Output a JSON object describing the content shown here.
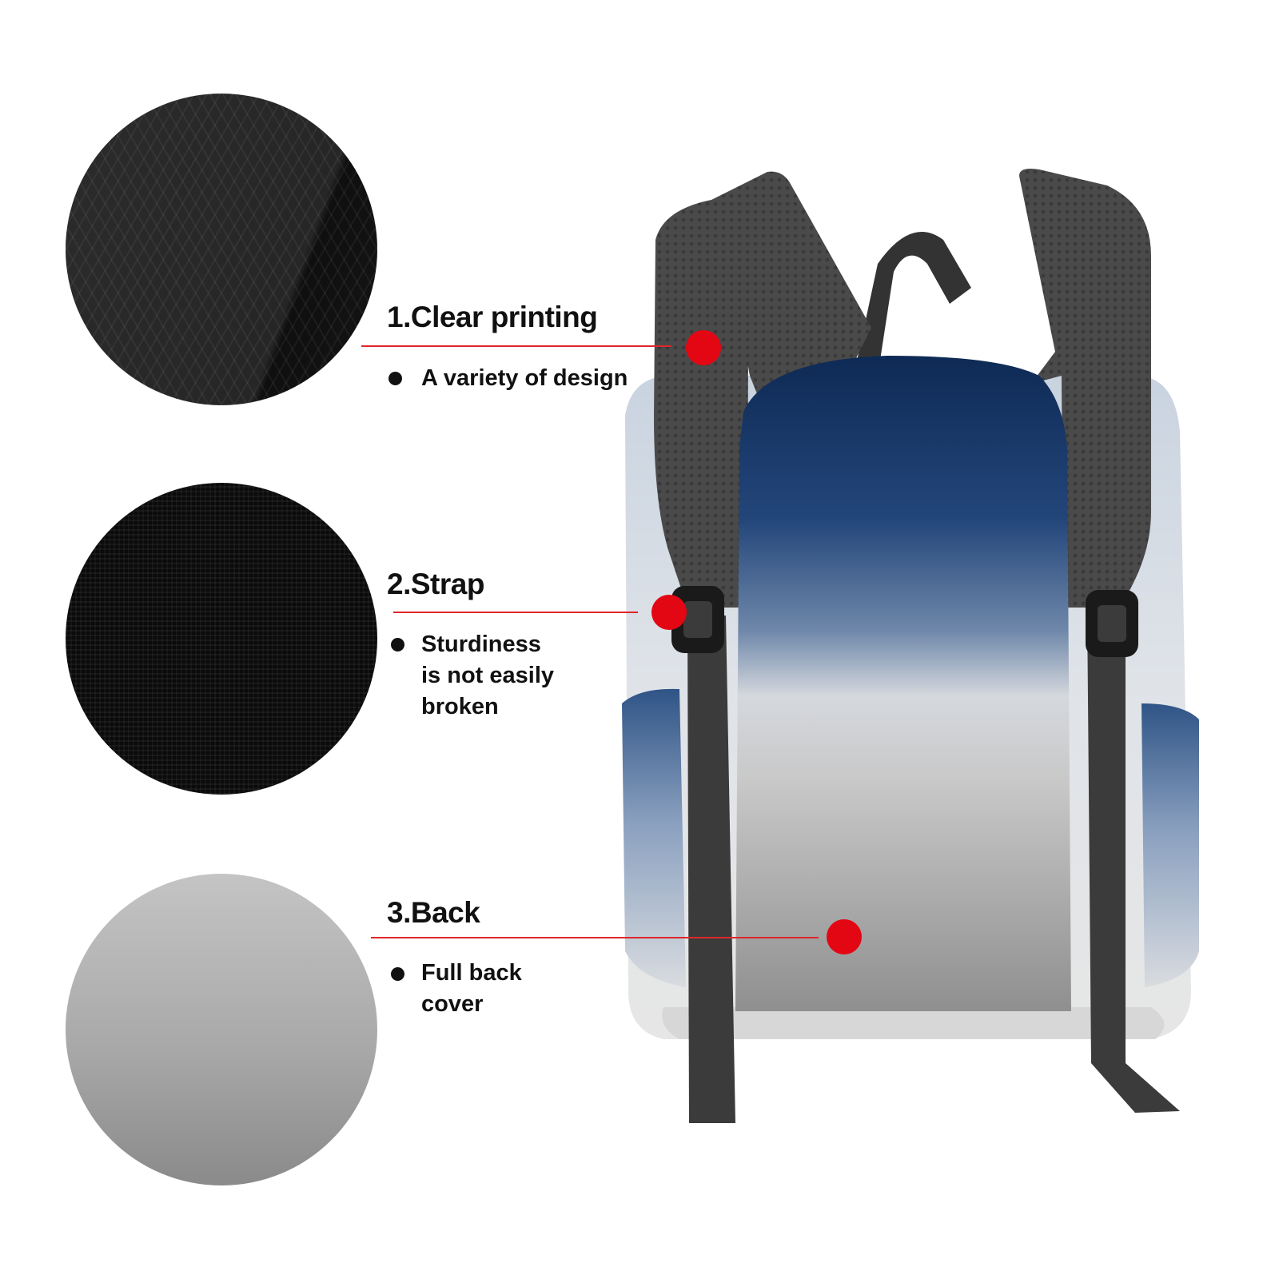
{
  "features": [
    {
      "title": "1.Clear printing",
      "desc_lines": [
        "A variety of design"
      ]
    },
    {
      "title": "2.Strap",
      "desc_lines": [
        "Sturdiness",
        "is not easily",
        "broken"
      ]
    },
    {
      "title": "3.Back",
      "desc_lines": [
        "Full back",
        "cover"
      ]
    }
  ],
  "colors": {
    "accent_red": "#e30613",
    "leader_line": "#e0262a",
    "bag_top": "#0e2a55",
    "bag_mid": "#d5d5d5",
    "bag_bottom": "#8f8f8f",
    "strap": "#3b3b3b"
  }
}
